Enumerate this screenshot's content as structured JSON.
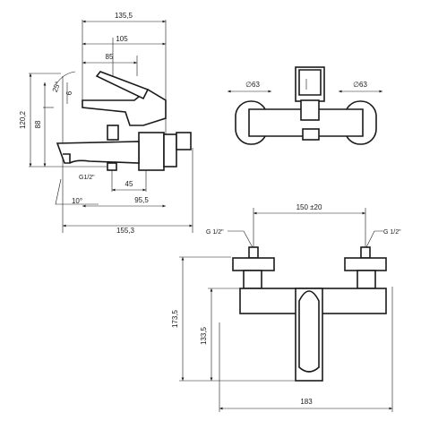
{
  "side_view": {
    "width_overall_top": "135,5",
    "width_105": "105",
    "width_85": "85",
    "angle_handle": "25°",
    "offset_6": "6",
    "height_overall": "120,2",
    "height_88": "88",
    "thread_label": "G1/2\"",
    "dim_45": "45",
    "angle_spout": "10°",
    "dim_95_5": "95,5",
    "width_overall_bottom": "155,3"
  },
  "top_view": {
    "diameter_left": "∅63",
    "diameter_right": "∅63"
  },
  "front_view": {
    "spacing": "150 ±20",
    "thread_left": "G 1/2\"",
    "thread_right": "G 1/2\"",
    "height_overall": "173,5",
    "height_body": "133,5",
    "width_overall": "183"
  }
}
